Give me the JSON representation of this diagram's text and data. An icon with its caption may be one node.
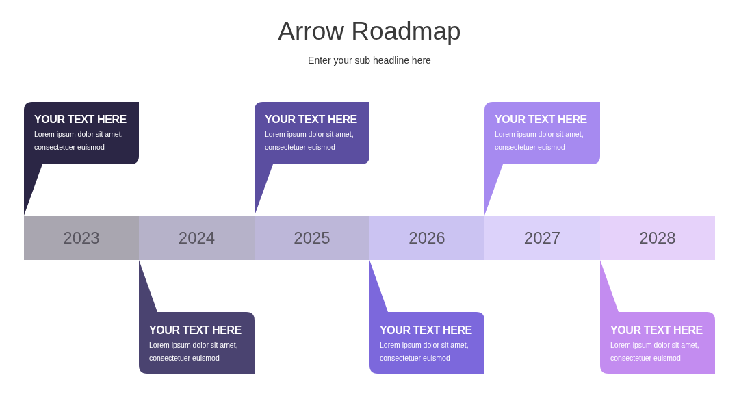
{
  "diagram": {
    "title": "Arrow Roadmap",
    "caption": "Enter your sub headline here",
    "nodes": [
      {
        "text": [
          "YOUR TEXT HERE",
          "Lorem ipsum dolor sit amet, consectetuer euismod"
        ]
      },
      {
        "text": [
          "YOUR TEXT HERE",
          "Lorem ipsum dolor sit amet, consectetuer euismod"
        ]
      },
      {
        "text": [
          "YOUR TEXT HERE",
          "Lorem ipsum dolor sit amet, consectetuer euismod"
        ]
      },
      {
        "text": [
          "2023"
        ]
      },
      {
        "text": [
          "2024"
        ]
      },
      {
        "text": [
          "2025"
        ]
      },
      {
        "text": [
          "2026"
        ]
      },
      {
        "text": [
          "2027"
        ]
      },
      {
        "text": [
          "2028"
        ]
      },
      {
        "text": [
          "YOUR TEXT HERE",
          "Lorem ipsum dolor sit amet, consectetuer euismod"
        ]
      },
      {
        "text": [
          "YOUR TEXT HERE",
          "Lorem ipsum dolor sit amet, consectetuer euismod"
        ]
      },
      {
        "text": [
          "YOUR TEXT HERE",
          "Lorem ipsum dolor sit amet, consectetuer euismod"
        ]
      }
    ]
  }
}
